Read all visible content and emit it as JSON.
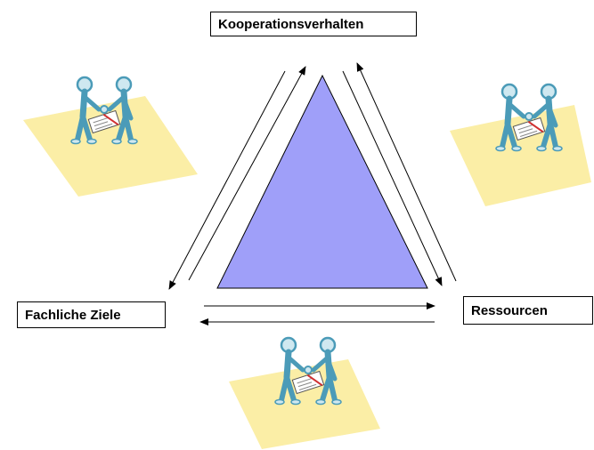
{
  "diagram": {
    "labels": {
      "top": "Kooperationsverhalten",
      "left": "Fachliche Ziele",
      "right": "Ressourcen"
    },
    "colors": {
      "triangle_fill": "#9f9ff9",
      "mat_fill": "#fbeea6",
      "figure_fill": "#cfe8f0",
      "figure_stroke": "#4b9bb8",
      "line": "#000000"
    },
    "icons": [
      "handshake-icon",
      "handshake-icon",
      "handshake-icon",
      "handshake-icon"
    ]
  }
}
